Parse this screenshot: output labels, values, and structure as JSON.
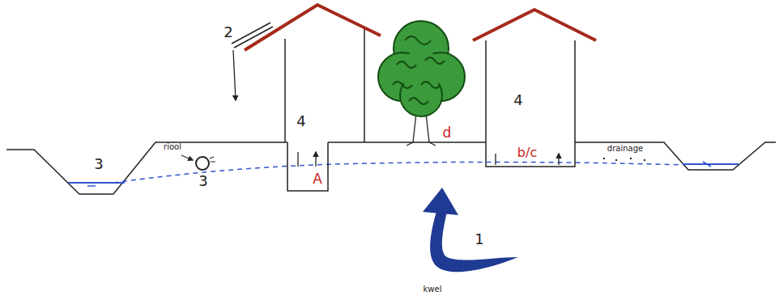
{
  "diagram": {
    "labels": [
      "2",
      "4",
      "4",
      "d",
      "3",
      "riool",
      "3",
      "A",
      "b/c",
      "drainage",
      "1",
      "kwel"
    ]
  }
}
